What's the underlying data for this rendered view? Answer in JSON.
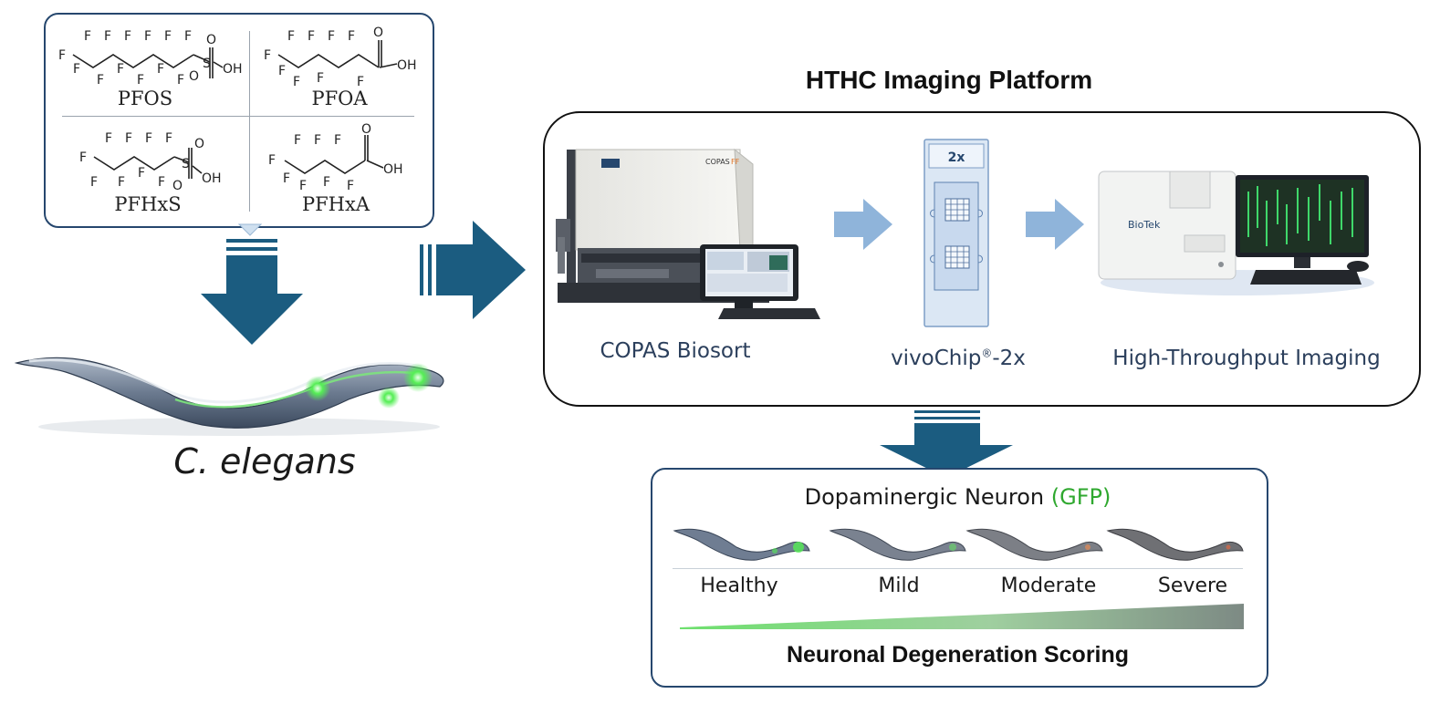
{
  "chemicals": [
    {
      "name": "PFOS"
    },
    {
      "name": "PFOA"
    },
    {
      "name": "PFHxS"
    },
    {
      "name": "PFHxA"
    }
  ],
  "atoms": {
    "fluorine": "F",
    "sulfur": "S",
    "oxygen": "O",
    "hydroxyl": "OH"
  },
  "organism": {
    "label": "C. elegans"
  },
  "platform": {
    "title": "HTHC Imaging Platform",
    "devices": [
      {
        "label": "COPAS Biosort",
        "screen_brand": "COPAS",
        "screen_brand_suffix": "FF"
      },
      {
        "label_main": "vivoChip",
        "label_sup": "®",
        "label_suffix": "-2x",
        "chip_tag": "2x"
      },
      {
        "label": "High-Throughput Imaging",
        "brand": "BioTek"
      }
    ]
  },
  "scoring": {
    "title_main": "Dopaminergic Neuron ",
    "title_highlight": "(GFP)",
    "categories": [
      "Healthy",
      "Mild",
      "Moderate",
      "Severe"
    ],
    "footer": "Neuronal Degeneration Scoring"
  },
  "colors": {
    "arrow_dark": "#1b5c80",
    "arrow_light": "#8fb4da",
    "box_border": "#26476e",
    "gfp_green": "#2fa82f",
    "glow": "#55ee55"
  }
}
